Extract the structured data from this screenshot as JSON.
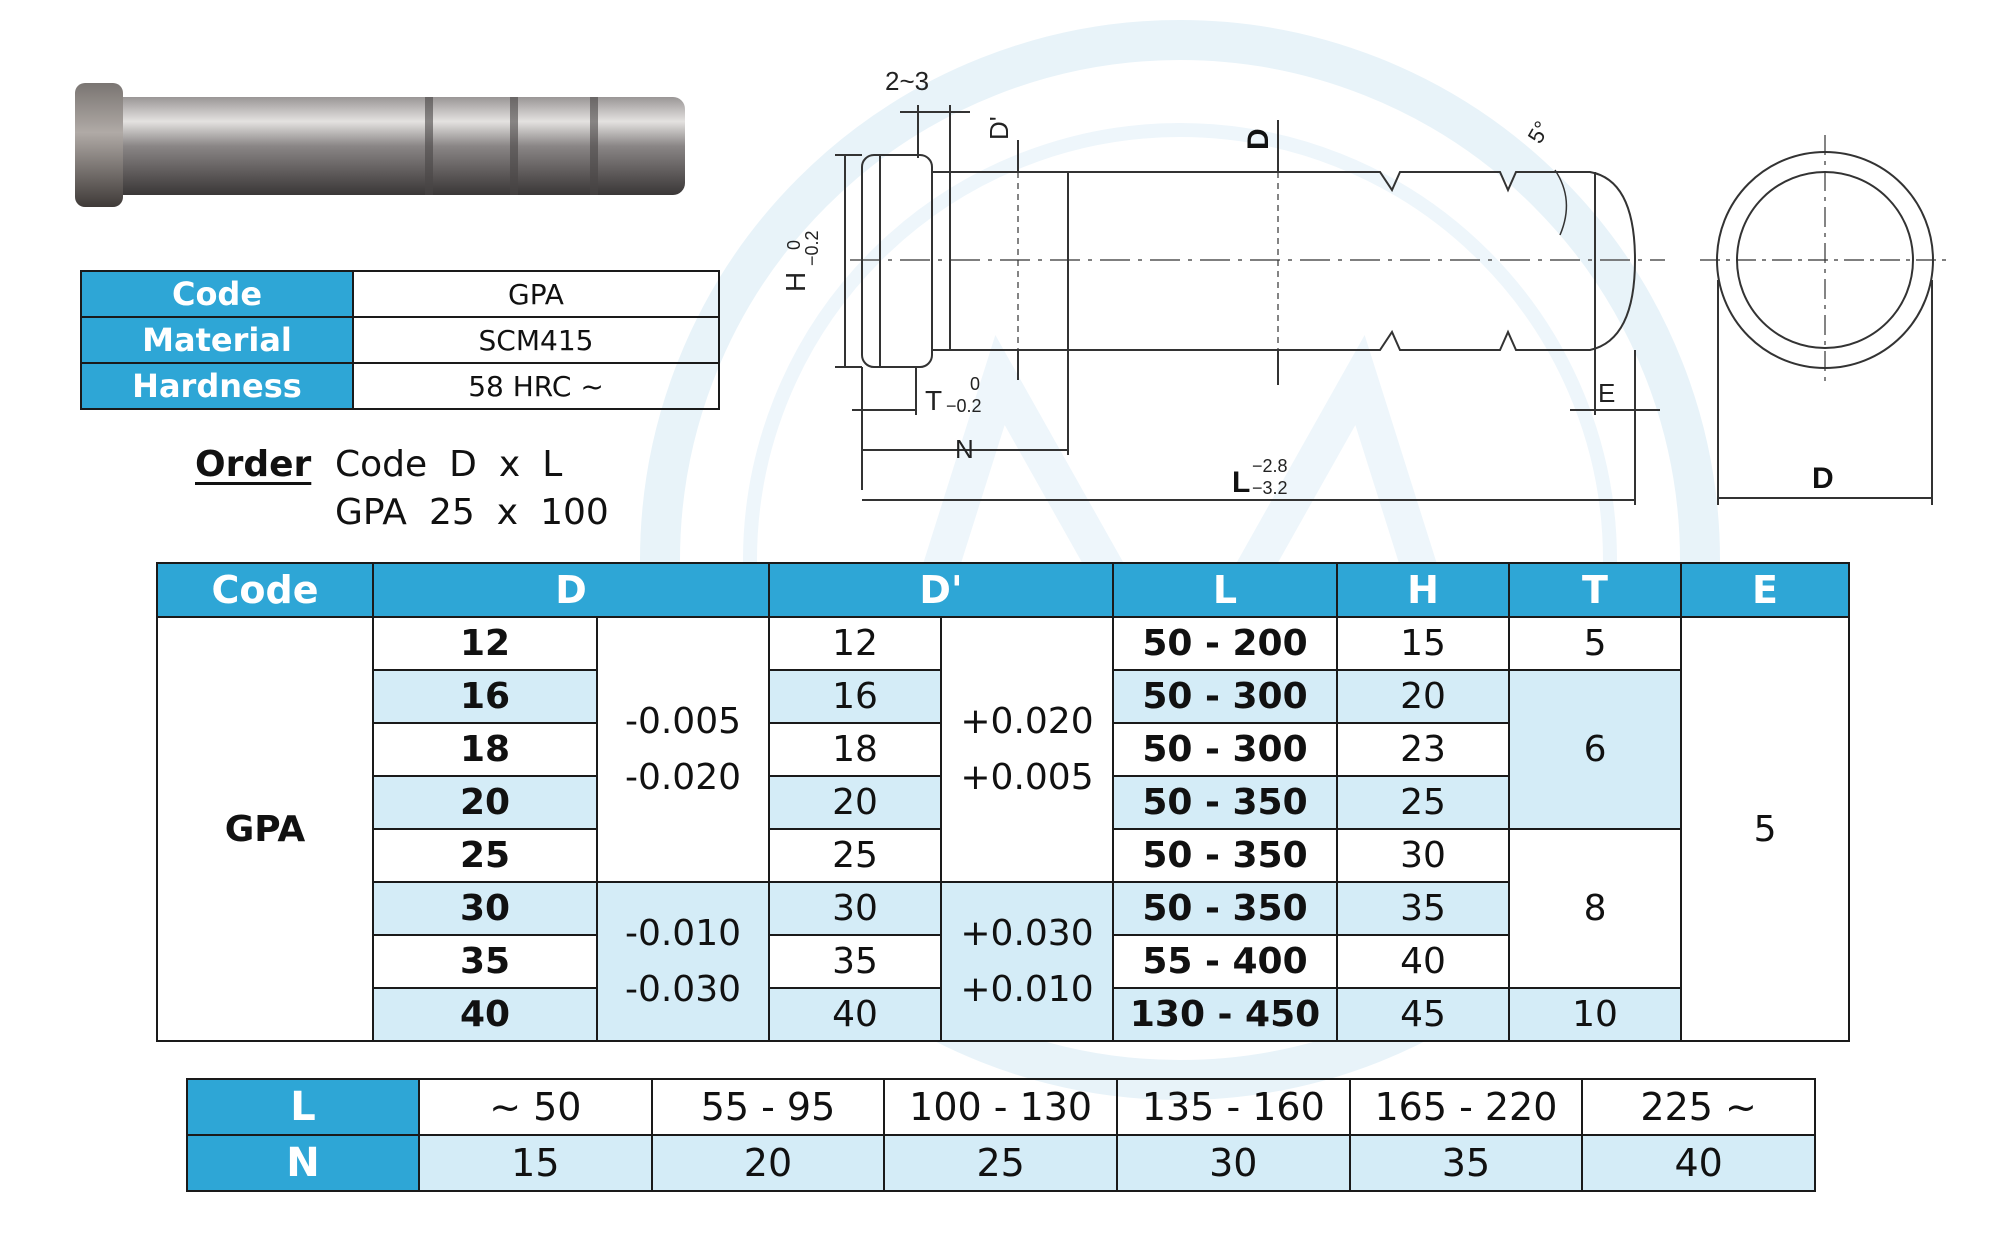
{
  "spec": {
    "rows": [
      {
        "label": "Code",
        "value": "GPA"
      },
      {
        "label": "Material",
        "value": "SCM415"
      },
      {
        "label": "Hardness",
        "value": "58 HRC ~"
      }
    ]
  },
  "order": {
    "label": "Order",
    "header": [
      "Code",
      "D",
      "x",
      "L"
    ],
    "example": [
      "GPA",
      "25",
      "x",
      "100"
    ]
  },
  "drawing": {
    "d_prime": "D'",
    "d": "D",
    "dim_2_3": "2~3",
    "angle": "5°",
    "h_letter": "H",
    "h_tol_upper": "0",
    "h_tol_lower": "−0.2",
    "t_letter": "T",
    "t_tol_upper": "0",
    "t_tol_lower": "−0.2",
    "n_letter": "N",
    "l_letter": "L",
    "l_tol_upper": "−2.8",
    "l_tol_lower": "−3.2",
    "e_letter": "E",
    "end_d": "D"
  },
  "main_table": {
    "headers": [
      "Code",
      "D",
      "D'",
      "L",
      "H",
      "T",
      "E"
    ],
    "code": "GPA",
    "d_values": [
      "12",
      "16",
      "18",
      "20",
      "25",
      "30",
      "35",
      "40"
    ],
    "d_tol_1": {
      "a": "-0.005",
      "b": "-0.020"
    },
    "d_tol_2": {
      "a": "-0.010",
      "b": "-0.030"
    },
    "dp_values": [
      "12",
      "16",
      "18",
      "20",
      "25",
      "30",
      "35",
      "40"
    ],
    "dp_tol_1": {
      "a": "+0.020",
      "b": "+0.005"
    },
    "dp_tol_2": {
      "a": "+0.030",
      "b": "+0.010"
    },
    "l_values": [
      "50 - 200",
      "50 - 300",
      "50 - 300",
      "50 - 350",
      "50 - 350",
      "50 - 350",
      "55 - 400",
      "130 - 450"
    ],
    "h_values": [
      "15",
      "20",
      "23",
      "25",
      "30",
      "35",
      "40",
      "45"
    ],
    "t_values": [
      "5",
      "6",
      "8",
      "10"
    ],
    "e_value": "5"
  },
  "ln_table": {
    "l_label": "L",
    "n_label": "N",
    "l_values": [
      "~ 50",
      "55 - 95",
      "100 - 130",
      "135 - 160",
      "165 - 220",
      "225 ~"
    ],
    "n_values": [
      "15",
      "20",
      "25",
      "30",
      "35",
      "40"
    ]
  },
  "colors": {
    "header_blue": "#2ea6d6",
    "light_blue": "#d4ecf7"
  }
}
